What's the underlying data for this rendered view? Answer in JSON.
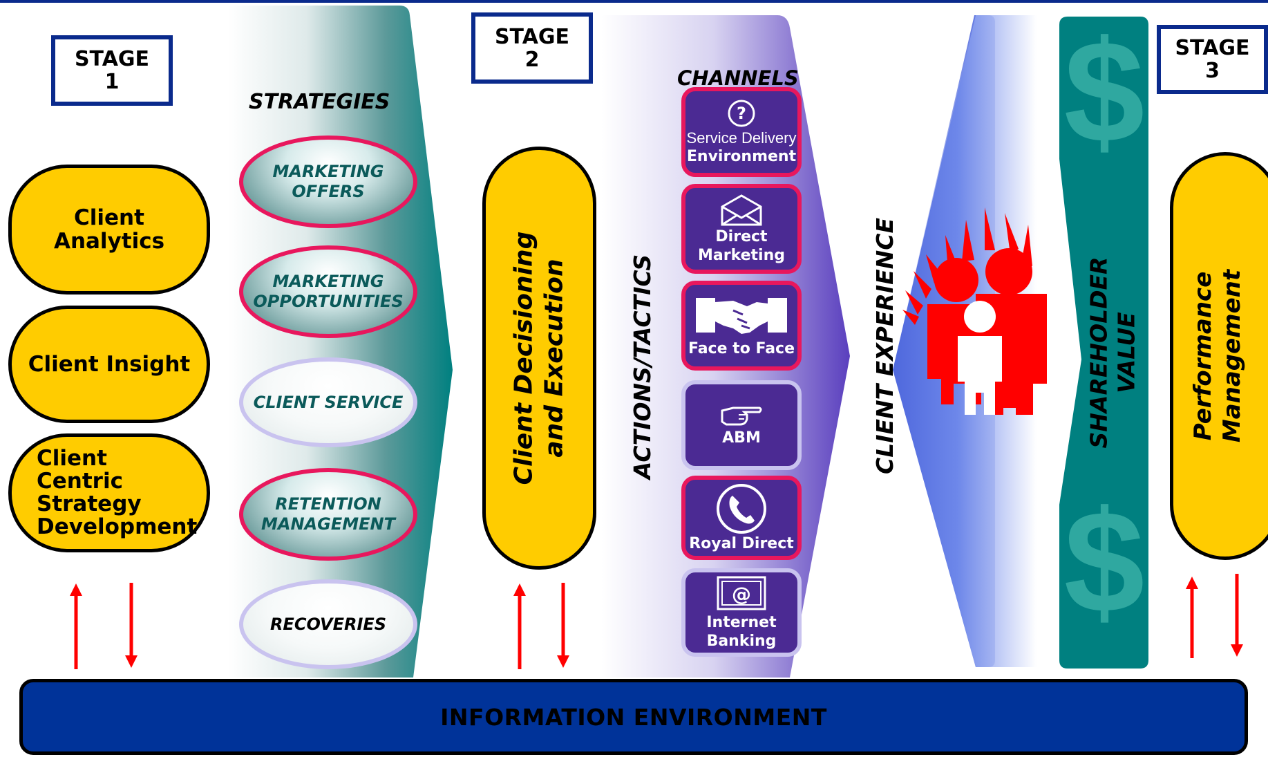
{
  "stages": {
    "stage1": {
      "line1": "STAGE",
      "line2": "1"
    },
    "stage2": {
      "line1": "STAGE",
      "line2": "2"
    },
    "stage3": {
      "line1": "STAGE",
      "line2": "3"
    }
  },
  "stage1_pills": {
    "analytics": "Client Analytics",
    "insight": "Client Insight",
    "strategy_line1": "Client Centric",
    "strategy_line2": "Strategy",
    "strategy_line3": "Development"
  },
  "strategies": {
    "heading": "STRATEGIES",
    "items": [
      {
        "line1": "MARKETING",
        "line2": "OFFERS"
      },
      {
        "line1": "MARKETING",
        "line2": "OPPORTUNITIES"
      },
      {
        "line1": "CLIENT SERVICE",
        "line2": ""
      },
      {
        "line1": "RETENTION",
        "line2": "MANAGEMENT"
      },
      {
        "line1": "RECOVERIES",
        "line2": ""
      }
    ]
  },
  "decisioning": {
    "line1": "Client Decisioning",
    "line2": "and Execution"
  },
  "actions_heading": "ACTIONS/TACTICS",
  "channels": {
    "heading": "CHANNELS",
    "items": [
      {
        "line1": "Service Delivery",
        "line2": "Environment",
        "icon": "question-icon"
      },
      {
        "line1": "Direct",
        "line2": "Marketing",
        "icon": "envelope-icon"
      },
      {
        "line1": "",
        "line2": "Face to Face",
        "icon": "handshake-icon"
      },
      {
        "line1": "",
        "line2": "ABM",
        "icon": "pointing-hand-icon"
      },
      {
        "line1": "",
        "line2": "Royal Direct",
        "icon": "telephone-icon"
      },
      {
        "line1": "Internet",
        "line2": "Banking",
        "icon": "at-sign-computer-icon"
      }
    ]
  },
  "client_experience": "CLIENT EXPERIENCE",
  "shareholder": {
    "line1": "SHAREHOLDER",
    "line2": "VALUE",
    "symbol": "$"
  },
  "performance": {
    "line1": "Performance",
    "line2": "Management"
  },
  "information_environment": "INFORMATION ENVIRONMENT",
  "colors": {
    "navy": "#0a2a8c",
    "yellow": "#ffcc00",
    "teal": "#008080",
    "purple": "#4b2a93",
    "pink": "#e8175d",
    "arrow_red": "#ff0000",
    "blue_band": "#003399"
  }
}
